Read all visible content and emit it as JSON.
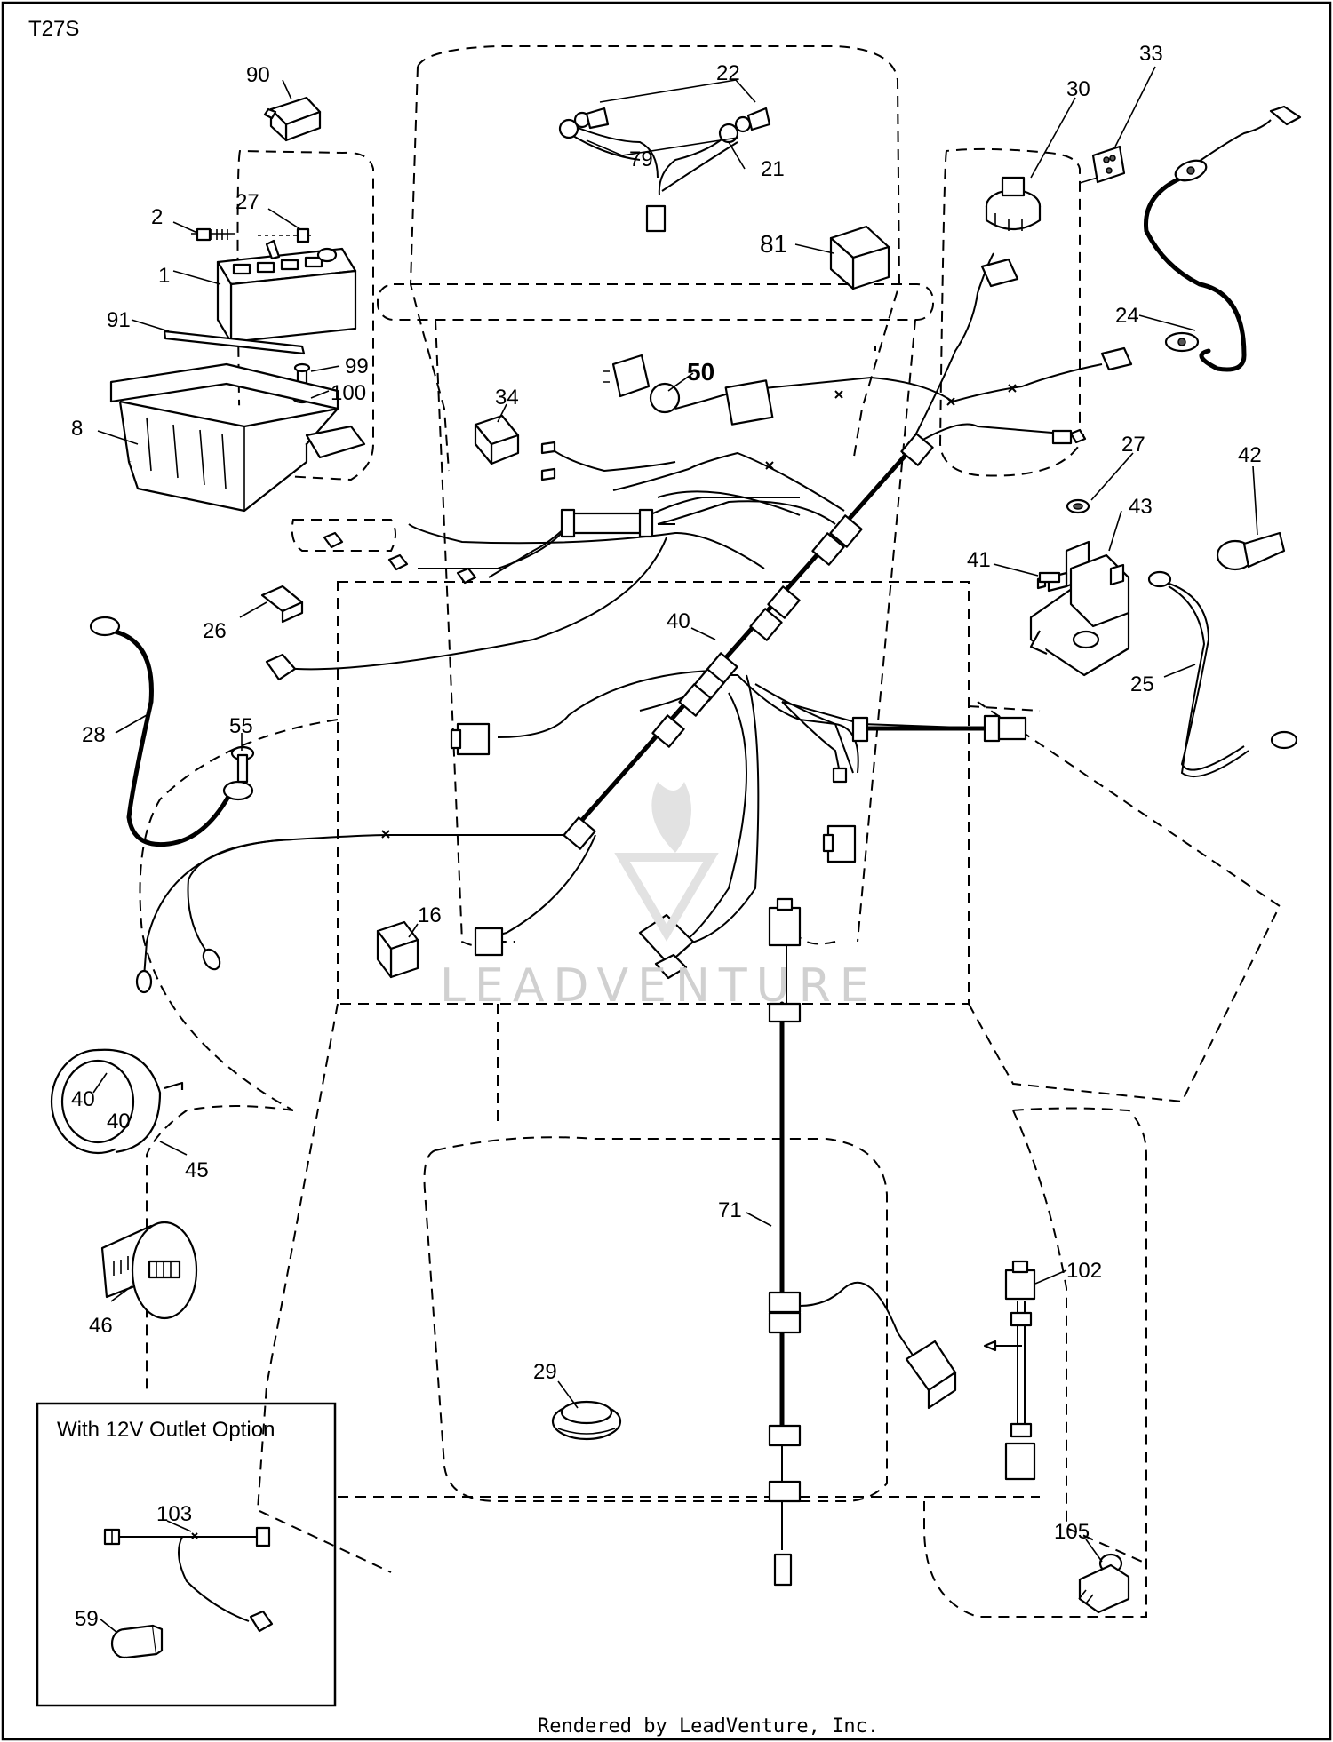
{
  "diagram_id": "T27S",
  "inset": {
    "title": "With 12V Outlet Option"
  },
  "watermark": "LEADVENTURE",
  "footer": "Rendered by LeadVenture, Inc.",
  "labels": {
    "p90": "90",
    "p22": "22",
    "p79": "79",
    "p21": "21",
    "p30": "30",
    "p33": "33",
    "p81": "81",
    "p27a": "27",
    "p2": "2",
    "p1": "1",
    "p91": "91",
    "p99": "99",
    "p100": "100",
    "p8": "8",
    "p24": "24",
    "p50": "50",
    "p34": "34",
    "p27b": "27",
    "p42": "42",
    "p43": "43",
    "p41": "41",
    "p26": "26",
    "p40": "40",
    "p25": "25",
    "p28": "28",
    "p55": "55",
    "p16": "16",
    "p45": "45",
    "p71": "71",
    "p46": "46",
    "p102": "102",
    "p29": "29",
    "p103": "103",
    "p105": "105",
    "p59": "59"
  },
  "gauge": {
    "scale_low": "40",
    "scale_high": "40"
  }
}
